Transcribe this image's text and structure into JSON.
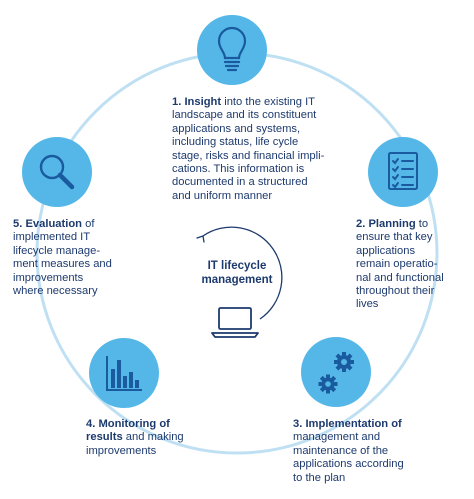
{
  "colors": {
    "ring": "#bfe0f3",
    "circle_fill": "#54b7e8",
    "icon_stroke": "#1a5a9e",
    "icon_fill": "#1a5a9e",
    "text": "#1d3a6e",
    "center_arc": "#1d3a6e"
  },
  "icons": {
    "step1": "lightbulb-icon",
    "step2": "checklist-icon",
    "step3": "gears-icon",
    "step4": "bar-chart-icon",
    "step5": "magnifier-icon",
    "center": "laptop-icon"
  },
  "center": {
    "line1": "IT lifecycle",
    "line2": "management"
  },
  "steps": {
    "s1": {
      "title": "1. Insight",
      "lines": [
        "into the existing IT",
        "landscape and its constituent",
        "applications and systems,",
        "including status, life cycle",
        "stage, risks and financial impli-",
        "cations. This information is",
        "documented in a structured",
        "and uniform manner"
      ]
    },
    "s2": {
      "title": "2. Planning",
      "lines": [
        "to",
        "ensure that key",
        "applications",
        "remain operatio-",
        "nal and functional",
        "throughout their",
        "lives"
      ]
    },
    "s3": {
      "title": "3. Implementation of",
      "lines": [
        "management and",
        "maintenance of the",
        "applications according",
        "to the plan"
      ]
    },
    "s4": {
      "title1": "4. Monitoring of",
      "title2": "results",
      "lines": [
        "and making",
        "improvements"
      ]
    },
    "s5": {
      "title": "5. Evaluation",
      "lines": [
        "of",
        "implemented IT",
        "lifecycle manage-",
        "ment measures and",
        "improvements",
        "where necessary"
      ]
    }
  }
}
